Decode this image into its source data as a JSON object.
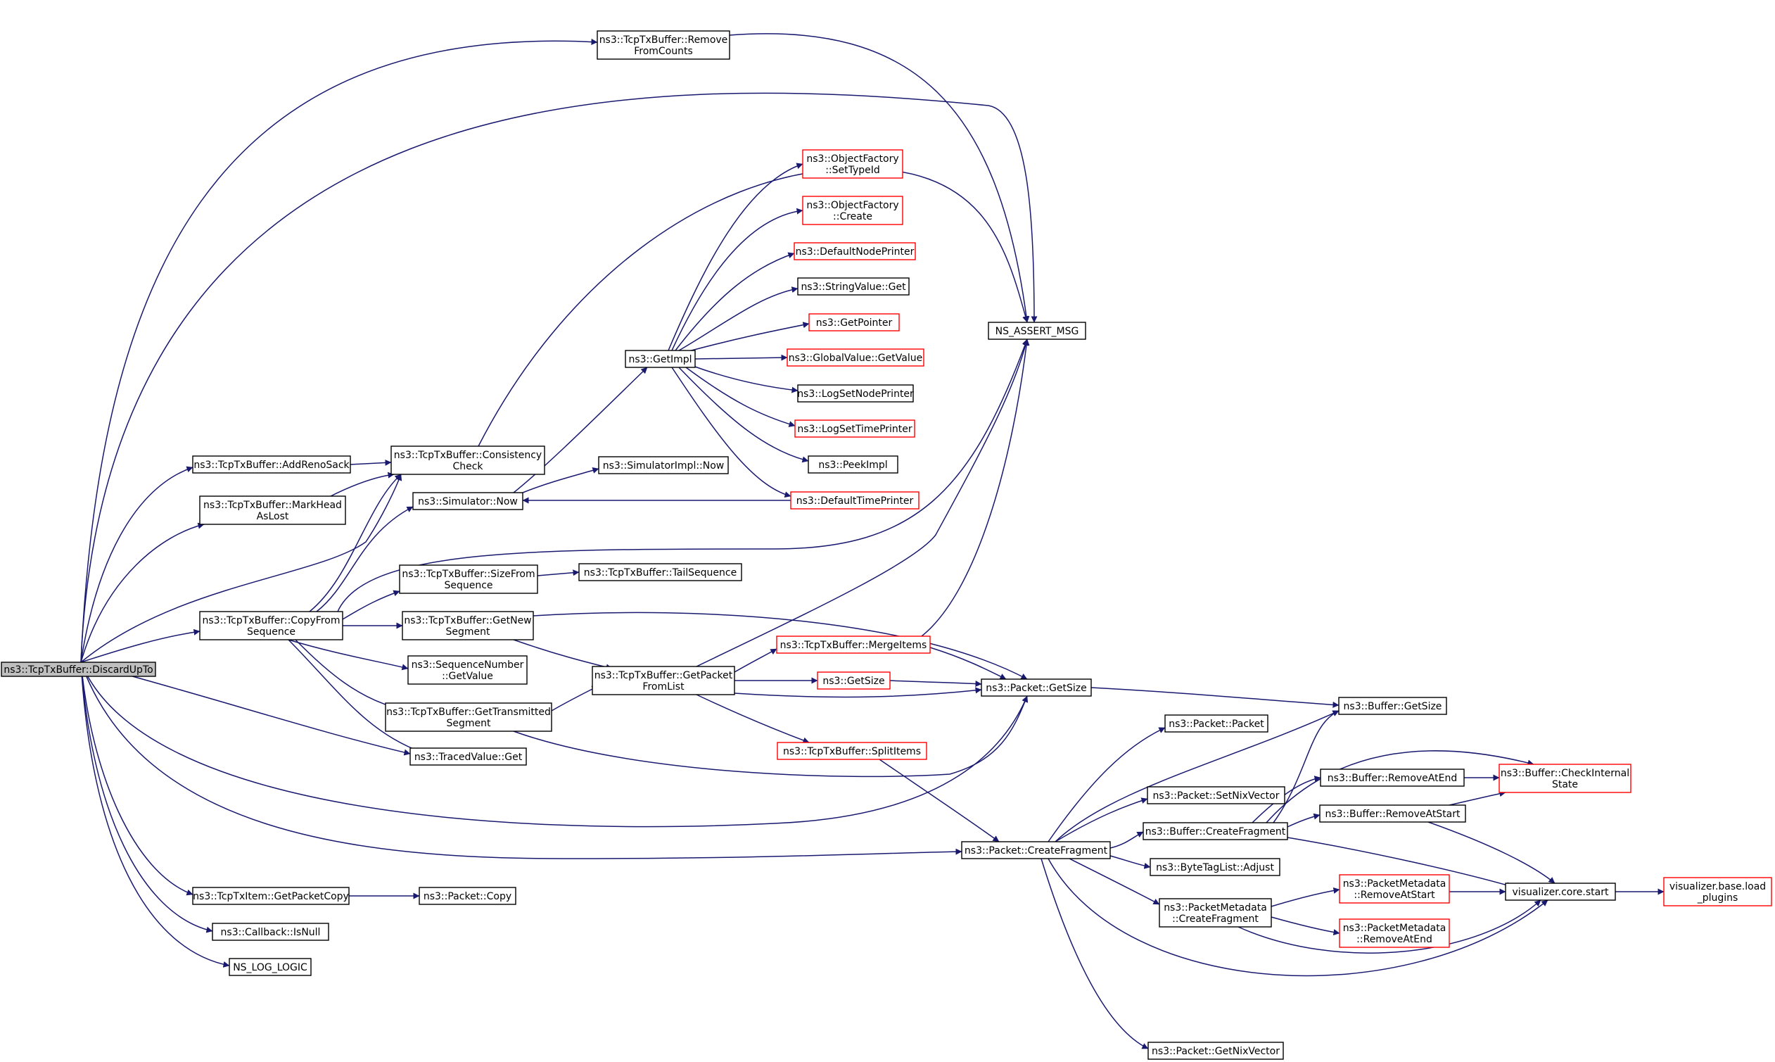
{
  "graph": {
    "edge_color": "#191970",
    "root_fill": "#bfbfbf",
    "link_border": "#ff0000",
    "nodes": [
      {
        "id": "discard",
        "lines": [
          "ns3::TcpTxBuffer::DiscardUpTo"
        ],
        "style": "root"
      },
      {
        "id": "removefromcounts",
        "lines": [
          "ns3::TcpTxBuffer::Remove",
          "FromCounts"
        ]
      },
      {
        "id": "assert",
        "lines": [
          "NS_ASSERT_MSG"
        ]
      },
      {
        "id": "addrenosack",
        "lines": [
          "ns3::TcpTxBuffer::AddRenoSack"
        ]
      },
      {
        "id": "consistency",
        "lines": [
          "ns3::TcpTxBuffer::Consistency",
          "Check"
        ]
      },
      {
        "id": "markhead",
        "lines": [
          "ns3::TcpTxBuffer::MarkHead",
          "AsLost"
        ]
      },
      {
        "id": "simnow",
        "lines": [
          "ns3::Simulator::Now"
        ]
      },
      {
        "id": "simimplnow",
        "lines": [
          "ns3::SimulatorImpl::Now"
        ]
      },
      {
        "id": "getimpl",
        "lines": [
          "ns3::GetImpl"
        ]
      },
      {
        "id": "settypeid",
        "lines": [
          "ns3::ObjectFactory",
          "::SetTypeId"
        ],
        "style": "red"
      },
      {
        "id": "ofcreate",
        "lines": [
          "ns3::ObjectFactory",
          "::Create"
        ],
        "style": "red"
      },
      {
        "id": "defnodeprinter",
        "lines": [
          "ns3::DefaultNodePrinter"
        ],
        "style": "red"
      },
      {
        "id": "stringget",
        "lines": [
          "ns3::StringValue::Get"
        ]
      },
      {
        "id": "getpointer",
        "lines": [
          "ns3::GetPointer"
        ],
        "style": "red"
      },
      {
        "id": "gvgetvalue",
        "lines": [
          "ns3::GlobalValue::GetValue"
        ],
        "style": "red"
      },
      {
        "id": "logsetnode",
        "lines": [
          "ns3::LogSetNodePrinter"
        ]
      },
      {
        "id": "logsettime",
        "lines": [
          "ns3::LogSetTimePrinter"
        ],
        "style": "red"
      },
      {
        "id": "peekimpl",
        "lines": [
          "ns3::PeekImpl"
        ]
      },
      {
        "id": "deftimeprinter",
        "lines": [
          "ns3::DefaultTimePrinter"
        ],
        "style": "red"
      },
      {
        "id": "copyfrom",
        "lines": [
          "ns3::TcpTxBuffer::CopyFrom",
          "Sequence"
        ]
      },
      {
        "id": "sizefrom",
        "lines": [
          "ns3::TcpTxBuffer::SizeFrom",
          "Sequence"
        ]
      },
      {
        "id": "tailseq",
        "lines": [
          "ns3::TcpTxBuffer::TailSequence"
        ]
      },
      {
        "id": "getnew",
        "lines": [
          "ns3::TcpTxBuffer::GetNew",
          "Segment"
        ]
      },
      {
        "id": "seqgetvalue",
        "lines": [
          "ns3::SequenceNumber",
          "::GetValue"
        ]
      },
      {
        "id": "gettransmitted",
        "lines": [
          "ns3::TcpTxBuffer::GetTransmitted",
          "Segment"
        ]
      },
      {
        "id": "tracedget",
        "lines": [
          "ns3::TracedValue::Get"
        ]
      },
      {
        "id": "getpacket",
        "lines": [
          "ns3::TcpTxBuffer::GetPacket",
          "FromList"
        ]
      },
      {
        "id": "mergeitems",
        "lines": [
          "ns3::TcpTxBuffer::MergeItems"
        ],
        "style": "red"
      },
      {
        "id": "getsize",
        "lines": [
          "ns3::GetSize"
        ],
        "style": "red"
      },
      {
        "id": "packetgetsize",
        "lines": [
          "ns3::Packet::GetSize"
        ]
      },
      {
        "id": "splititems",
        "lines": [
          "ns3::TcpTxBuffer::SplitItems"
        ],
        "style": "red"
      },
      {
        "id": "createfragment",
        "lines": [
          "ns3::Packet::CreateFragment"
        ]
      },
      {
        "id": "packetpacket",
        "lines": [
          "ns3::Packet::Packet"
        ]
      },
      {
        "id": "setnixvector",
        "lines": [
          "ns3::Packet::SetNixVector"
        ]
      },
      {
        "id": "bufcreatefrag",
        "lines": [
          "ns3::Buffer::CreateFragment"
        ]
      },
      {
        "id": "bytetagadjust",
        "lines": [
          "ns3::ByteTagList::Adjust"
        ]
      },
      {
        "id": "pmcreatefrag",
        "lines": [
          "ns3::PacketMetadata",
          "::CreateFragment"
        ]
      },
      {
        "id": "getnixvector",
        "lines": [
          "ns3::Packet::GetNixVector"
        ]
      },
      {
        "id": "bufgetsize",
        "lines": [
          "ns3::Buffer::GetSize"
        ]
      },
      {
        "id": "bufremoveatend",
        "lines": [
          "ns3::Buffer::RemoveAtEnd"
        ]
      },
      {
        "id": "bufremoveatstart",
        "lines": [
          "ns3::Buffer::RemoveAtStart"
        ]
      },
      {
        "id": "checkinternal",
        "lines": [
          "ns3::Buffer::CheckInternal",
          "State"
        ],
        "style": "red"
      },
      {
        "id": "pmremoveatstart",
        "lines": [
          "ns3::PacketMetadata",
          "::RemoveAtStart"
        ],
        "style": "red"
      },
      {
        "id": "pmremoveatend",
        "lines": [
          "ns3::PacketMetadata",
          "::RemoveAtEnd"
        ],
        "style": "red"
      },
      {
        "id": "vizstart",
        "lines": [
          "visualizer.core.start"
        ]
      },
      {
        "id": "vizload",
        "lines": [
          "visualizer.base.load",
          "_plugins"
        ],
        "style": "red"
      },
      {
        "id": "getpacketcopy",
        "lines": [
          "ns3::TcpTxItem::GetPacketCopy"
        ]
      },
      {
        "id": "packetcopy",
        "lines": [
          "ns3::Packet::Copy"
        ]
      },
      {
        "id": "callbackisnull",
        "lines": [
          "ns3::Callback::IsNull"
        ]
      },
      {
        "id": "nsloglogic",
        "lines": [
          "NS_LOG_LOGIC"
        ]
      }
    ],
    "edges": [
      [
        "discard",
        "removefromcounts"
      ],
      [
        "discard",
        "assert"
      ],
      [
        "discard",
        "addrenosack"
      ],
      [
        "discard",
        "markhead"
      ],
      [
        "discard",
        "consistency"
      ],
      [
        "discard",
        "copyfrom"
      ],
      [
        "discard",
        "tracedget"
      ],
      [
        "discard",
        "packetgetsize"
      ],
      [
        "discard",
        "createfragment"
      ],
      [
        "discard",
        "getpacketcopy"
      ],
      [
        "discard",
        "callbackisnull"
      ],
      [
        "discard",
        "nsloglogic"
      ],
      [
        "removefromcounts",
        "assert"
      ],
      [
        "addrenosack",
        "consistency"
      ],
      [
        "markhead",
        "consistency"
      ],
      [
        "consistency",
        "assert"
      ],
      [
        "copyfrom",
        "consistency"
      ],
      [
        "copyfrom",
        "simnow"
      ],
      [
        "copyfrom",
        "assert"
      ],
      [
        "copyfrom",
        "sizefrom"
      ],
      [
        "copyfrom",
        "getnew"
      ],
      [
        "copyfrom",
        "seqgetvalue"
      ],
      [
        "copyfrom",
        "gettransmitted"
      ],
      [
        "copyfrom",
        "tracedget"
      ],
      [
        "simnow",
        "getimpl"
      ],
      [
        "simnow",
        "simimplnow"
      ],
      [
        "getimpl",
        "settypeid"
      ],
      [
        "getimpl",
        "ofcreate"
      ],
      [
        "getimpl",
        "defnodeprinter"
      ],
      [
        "getimpl",
        "stringget"
      ],
      [
        "getimpl",
        "getpointer"
      ],
      [
        "getimpl",
        "gvgetvalue"
      ],
      [
        "getimpl",
        "logsetnode"
      ],
      [
        "getimpl",
        "logsettime"
      ],
      [
        "getimpl",
        "peekimpl"
      ],
      [
        "getimpl",
        "deftimeprinter"
      ],
      [
        "deftimeprinter",
        "simnow"
      ],
      [
        "sizefrom",
        "tailseq"
      ],
      [
        "getnew",
        "packetgetsize"
      ],
      [
        "getnew",
        "getpacket"
      ],
      [
        "gettransmitted",
        "getpacket"
      ],
      [
        "gettransmitted",
        "packetgetsize"
      ],
      [
        "getpacket",
        "assert"
      ],
      [
        "getpacket",
        "mergeitems"
      ],
      [
        "getpacket",
        "getsize"
      ],
      [
        "getpacket",
        "packetgetsize"
      ],
      [
        "getpacket",
        "splititems"
      ],
      [
        "mergeitems",
        "assert"
      ],
      [
        "mergeitems",
        "packetgetsize"
      ],
      [
        "getsize",
        "packetgetsize"
      ],
      [
        "packetgetsize",
        "bufgetsize"
      ],
      [
        "splititems",
        "createfragment"
      ],
      [
        "createfragment",
        "packetpacket"
      ],
      [
        "createfragment",
        "bufgetsize"
      ],
      [
        "createfragment",
        "setnixvector"
      ],
      [
        "createfragment",
        "bufcreatefrag"
      ],
      [
        "createfragment",
        "bytetagadjust"
      ],
      [
        "createfragment",
        "pmcreatefrag"
      ],
      [
        "createfragment",
        "vizstart"
      ],
      [
        "createfragment",
        "getnixvector"
      ],
      [
        "bufcreatefrag",
        "bufgetsize"
      ],
      [
        "bufcreatefrag",
        "checkinternal"
      ],
      [
        "bufcreatefrag",
        "bufremoveatend"
      ],
      [
        "bufcreatefrag",
        "bufremoveatstart"
      ],
      [
        "bufcreatefrag",
        "vizstart"
      ],
      [
        "bufremoveatend",
        "checkinternal"
      ],
      [
        "bufremoveatstart",
        "checkinternal"
      ],
      [
        "bufremoveatstart",
        "vizstart"
      ],
      [
        "pmcreatefrag",
        "pmremoveatstart"
      ],
      [
        "pmcreatefrag",
        "pmremoveatend"
      ],
      [
        "pmcreatefrag",
        "vizstart"
      ],
      [
        "pmremoveatstart",
        "vizstart"
      ],
      [
        "vizstart",
        "vizload"
      ],
      [
        "getpacketcopy",
        "packetcopy"
      ]
    ]
  }
}
